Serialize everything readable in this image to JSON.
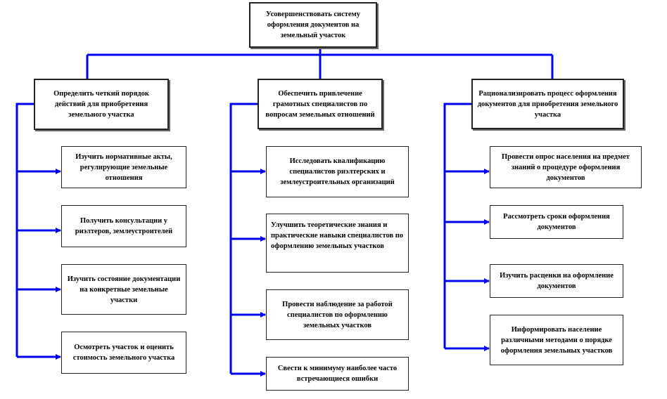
{
  "root": {
    "label": "Усовершенствовать систему оформления документов на земельный участок"
  },
  "branches": [
    {
      "label": "Определить четкий порядок действий для приобретения земельного участка",
      "children": [
        "Изучить нормативные акты, регулирующие земельные отношения",
        "Получить консультации у риэлтеров, землеустроителей",
        "Изучить состояние документации на конкретные земельные участки",
        "Осмотреть участок и оценить стоимость земельного участка"
      ]
    },
    {
      "label": "Обеспечить привлечение грамотных специалистов по вопросам земельных отношений",
      "children": [
        "Исследовать квалификацию специалистов риэлтерских и землеустроительных организаций",
        "Улучшить теоретические знания и практические навыки специалистов по оформлению земельных участков",
        "Провести наблюдение за работой специалистов по оформлению земельных участков",
        "Свести к минимуму наиболее часто встречающиеся ошибки"
      ]
    },
    {
      "label": "Рационализировать процесс оформления документов для приобретения земельного участка",
      "children": [
        "Провести опрос населения на предмет знаний о процедуре оформления документов",
        "Рассмотреть сроки оформления документов",
        "Изучить расценки на оформление документов",
        "Информировать население различными методами о порядке оформления земельных участков"
      ]
    }
  ],
  "colors": {
    "connector": "#0000ee",
    "border": "#222222"
  }
}
